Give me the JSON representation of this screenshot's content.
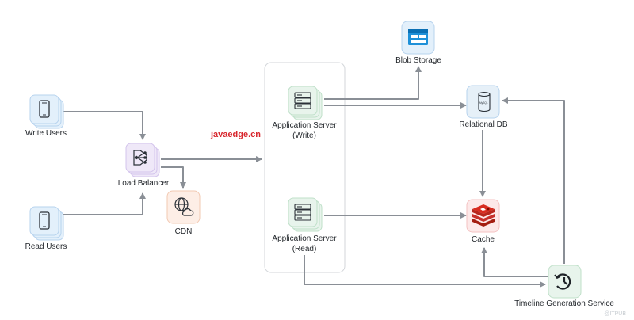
{
  "nodes": {
    "write_users": {
      "label": "Write Users"
    },
    "read_users": {
      "label": "Read Users"
    },
    "load_balancer": {
      "label": "Load Balancer"
    },
    "cdn": {
      "label": "CDN"
    },
    "app_write": {
      "label_line1": "Application Server",
      "label_line2": "(Write)"
    },
    "app_read": {
      "label_line1": "Application Server",
      "label_line2": "(Read)"
    },
    "blob_storage": {
      "label": "Blob Storage"
    },
    "relational_db": {
      "label": "Relational DB",
      "icon_text": "MySQL"
    },
    "cache": {
      "label": "Cache"
    },
    "timeline": {
      "label": "Timeline Generation Service"
    }
  },
  "watermark": "javaedge.cn",
  "corner_mark": "@ITPUB",
  "icons": {
    "users": "mobile-phone-icon",
    "load_balancer": "network-tree-icon",
    "cdn": "globe-cloud-icon",
    "server": "server-rack-icon",
    "blob": "blob-storage-icon",
    "db": "database-cylinder-icon",
    "cache": "redis-stack-icon",
    "timeline": "history-clock-icon"
  },
  "colors": {
    "arrow": "#8a8f96",
    "users_tile": "#e3f0fb",
    "users_stroke": "#b7d3ee",
    "lb_tile": "#efe8f8",
    "lb_stroke": "#d3c4ec",
    "cdn_tile": "#fdeee6",
    "cdn_stroke": "#f2c9b2",
    "server_tile": "#e8f4ec",
    "server_stroke": "#bfe0c9",
    "blob_tile": "#e3f0fb",
    "db_tile": "#e6f0f8",
    "cache_tile": "#fde9e9",
    "cache_stroke": "#f4c2c2",
    "timeline_tile": "#e8f4ec",
    "watermark": "#d8262d"
  },
  "edges": [
    {
      "from": "Write Users",
      "to": "Load Balancer"
    },
    {
      "from": "Read Users",
      "to": "Load Balancer"
    },
    {
      "from": "Load Balancer",
      "to": "CDN"
    },
    {
      "from": "Load Balancer",
      "to": "Application Server"
    },
    {
      "from": "Application Server (Write)",
      "to": "Blob Storage"
    },
    {
      "from": "Application Server (Write)",
      "to": "Relational DB"
    },
    {
      "from": "Relational DB",
      "to": "Cache"
    },
    {
      "from": "Application Server (Read)",
      "to": "Cache"
    },
    {
      "from": "Application Server (Read)",
      "to": "Timeline Generation Service"
    },
    {
      "from": "Timeline Generation Service",
      "to": "Relational DB"
    },
    {
      "from": "Timeline Generation Service",
      "to": "Cache"
    }
  ]
}
